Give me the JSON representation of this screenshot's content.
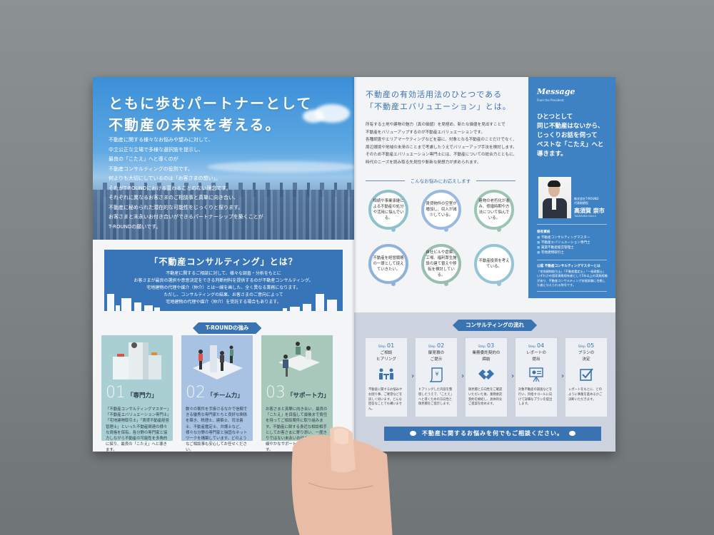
{
  "left_page": {
    "hero": {
      "title_lines": [
        "ともに歩むパートナーとして",
        "不動産の未来を考える。"
      ],
      "body_lines": [
        "不動産に関する様々なお悩みや望みに対して、",
        "中立公正な立場で多様な選択肢を提示し、",
        "最良の「こたえ」へと導くのが",
        "不動産コンサルティングの役割です。",
        "何よりも大切にしているのは「お客さまの想い」。",
        "それがT-ROUNDにおける変わることのない理念です。",
        "それぞれに異なるお客さまのご相談事と真摯に向き合い、",
        "不動産に秘められた潜在的な可能性をじっくりと探ります。",
        "お客さまと末永いお付き合いができるパートナーシップを築くことが",
        "T-ROUNDの願いです。"
      ]
    },
    "consulting": {
      "title": "「不動産コンサルティング」とは？",
      "body_lines": [
        "不動産に関するご相談に対して、様々な調査・分析をもとに",
        "お客さまが最良の選択や意思決定をできる判断材料を提供するのが不動産コンサルティング。",
        "宅地建物の代理や媒介（仲介）とは一線を画した、全く異なる業務になります。",
        "ただし、コンサルティングの結果、お客さまのご意向によって",
        "宅地建物の代理や媒介（仲介）を受託する場合もあります。"
      ]
    },
    "strengths": {
      "ribbon": "T-ROUNDの強み",
      "items": [
        {
          "num": "01",
          "label": "「専門力」",
          "color": "#a9cfd2",
          "desc": "「不動産コンサルティングマスター」「不動産エバリュエーション専門士」「宅地建物取引士」「賃貸不動産経営管理士」といった不動産関連の様々な資格を保有。各分野の専門家と協力しながら不動産の可能性を多角的に探り、最良の「こたえ」へと導きます。"
        },
        {
          "num": "02",
          "label": "「チーム力」",
          "color": "#a8c2e3",
          "desc": "数々の案件を手掛けるなかで信頼できる優秀な専門家たちと良好な関係を築き、税理士、建築士、司法書士、不動産鑑定士、弁護士など、様々な分野の専門家と強固なネットワークを構築しています。どのようなご相談事も安心してお任せください。"
        },
        {
          "num": "03",
          "label": "「サポート力」",
          "color": "#a7c8bb",
          "desc": "お客さまと真摯に向き合い、最良の「こたえ」を目指して最後まで責任を持ってご相談案件に取り組みます。不動産に関する身近な相談相手としてお客さまに寄り添い、一度きりではない末永いお付き合いできめ細やかなサポートを続けていきます。"
        }
      ]
    }
  },
  "right_page": {
    "evaluation": {
      "title_lines": [
        "不動産の有効活用法のひとつである",
        "「不動産エバリュエーション」とは。"
      ],
      "body_lines": [
        "所有する土地や建物の魅力（真の価値）を見極め、新たな価値を見出すことで",
        "不動産をバリューアップするのが不動産エバリュエーションです。",
        "各種調査やエリアマーケティングなどを基に、対象となる不動産のことだけでなく、",
        "周辺環境や地域の未来のことまで考慮したうえでバリューアップ手法を検討します。",
        "そのため不動産エバリュエーション専門士には、不動産についての総合力とともに、",
        "時代のニーズを読み取る先見性や斬新な発想力が求められます。"
      ]
    },
    "worries": {
      "heading": "こんなお悩みにお応えします",
      "items": [
        {
          "text": "相続や事業承継による不動産の処分や活用に悩んでいる。",
          "color": "#8fc1cc"
        },
        {
          "text": "賃貸物件の空室が増加し、収入が減少している。",
          "color": "#9bb8e0"
        },
        {
          "text": "建物の老朽化が進み、修繕時期や方法について悩んでいる。",
          "color": "#9cc4b3"
        },
        {
          "text": "不動産を経営戦略の一環として捉えていきたい。",
          "color": "#8fb2dd"
        },
        {
          "text": "自社ビルや倉庫、工場、福利厚生施設の建て替えや移転を検討している。",
          "color": "#98bfae"
        },
        {
          "text": "不動産投資を考えている。",
          "color": "#94c4d6"
        }
      ]
    },
    "message": {
      "script_title": "Message",
      "subtitle": "From the President",
      "lead_lines": [
        "ひとつとして",
        "同じ不動産はないから、",
        "じっくりお話を伺って",
        "ベストな「こたえ」へと",
        "導きます。"
      ],
      "company": "株式会社T-ROUND",
      "role": "代表取締役",
      "name": "高須賀 崇市",
      "name_roman": "TAKASUKA Soichi",
      "quals_title": "保有資格",
      "quals": [
        "不動産コンサルティングマスター",
        "不動産エバリュエーション専門士",
        "賃貸不動産経営管理士",
        "宅地建物取引士"
      ],
      "note_title": "公認 不動産コンサルティングマスターとは",
      "note": "「宅地建物取引士」「不動産鑑定士」「一級建築士」いずれかの国家資格保有者として5年以上の実務経験があり、不動産コンサルティング技能試験に合格した者に与えられる称号です。"
    },
    "flow": {
      "ribbon": "コンサルティングの流れ",
      "step_prefix": "Step",
      "steps": [
        {
          "no": "01",
          "title_lines": [
            "ご相談",
            "ヒアリング"
          ],
          "icon": "meeting-icon",
          "desc": "不動産に関するお悩みやお困り事、ご要望などを詳しく伺います。どんな回答なことでも構いません。"
        },
        {
          "no": "02",
          "title_lines": [
            "御見積の",
            "ご提示"
          ],
          "icon": "yen-document-icon",
          "desc": "ヒアリングした内容を整理したうえで、「こたえ」へと導くための方向性と御見積をご提示します。"
        },
        {
          "no": "03",
          "title_lines": [
            "業務委託契約の",
            "締結"
          ],
          "icon": "handshake-icon",
          "desc": "御見積と方向性をご確認いただいた後、業務委託契約を締結し、具体的なご提案を始めます。"
        },
        {
          "no": "04",
          "title_lines": [
            "レポートの",
            "提出"
          ],
          "icon": "presentation-icon",
          "desc": "対象不動産の調査などを行い、目指すゴールに向けて詳細なプランを提出します。"
        },
        {
          "no": "05",
          "title_lines": [
            "プランの",
            "決定"
          ],
          "icon": "checkbox-icon",
          "desc": "レポートをもとに、どのように事業を進めるかご決断いただきます。"
        }
      ],
      "cta": "不動産に関するお悩みを何でもご相談ください。"
    }
  },
  "colors": {
    "brand_blue": "#3a73b1",
    "message_blue": "#3f82c4",
    "flow_bg": "#cdd3de",
    "background": "#7e8385"
  }
}
